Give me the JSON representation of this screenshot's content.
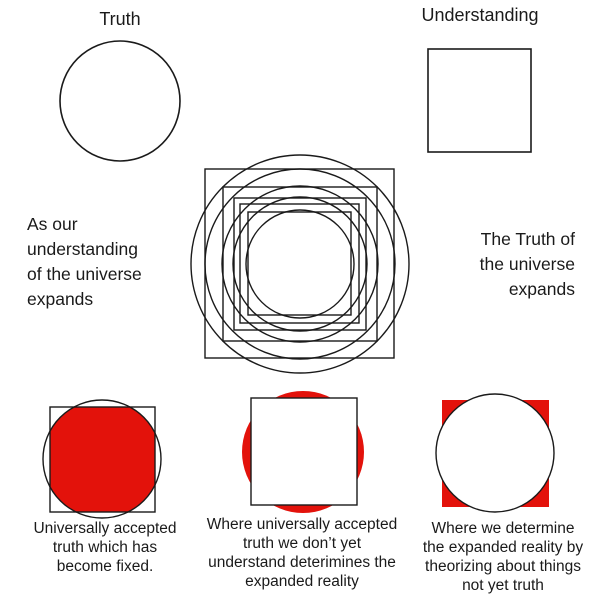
{
  "labels": {
    "truth": "Truth",
    "understanding": "Understanding",
    "left_caption": "As our\nunderstanding\nof the universe\nexpands",
    "right_caption": "The Truth of\nthe universe\nexpands"
  },
  "panels": [
    {
      "caption": "Universally accepted\ntruth which has\nbecome fixed."
    },
    {
      "caption": "Where universally accepted\ntruth we don’t yet\nunderstand deterimines the\nexpanded reality"
    },
    {
      "caption": "Where we determine\nthe expanded reality by\ntheorizing about things\nnot yet truth"
    }
  ],
  "colors": {
    "stroke": "#1a1a1a",
    "highlight": "#e3120b",
    "background": "#ffffff"
  }
}
